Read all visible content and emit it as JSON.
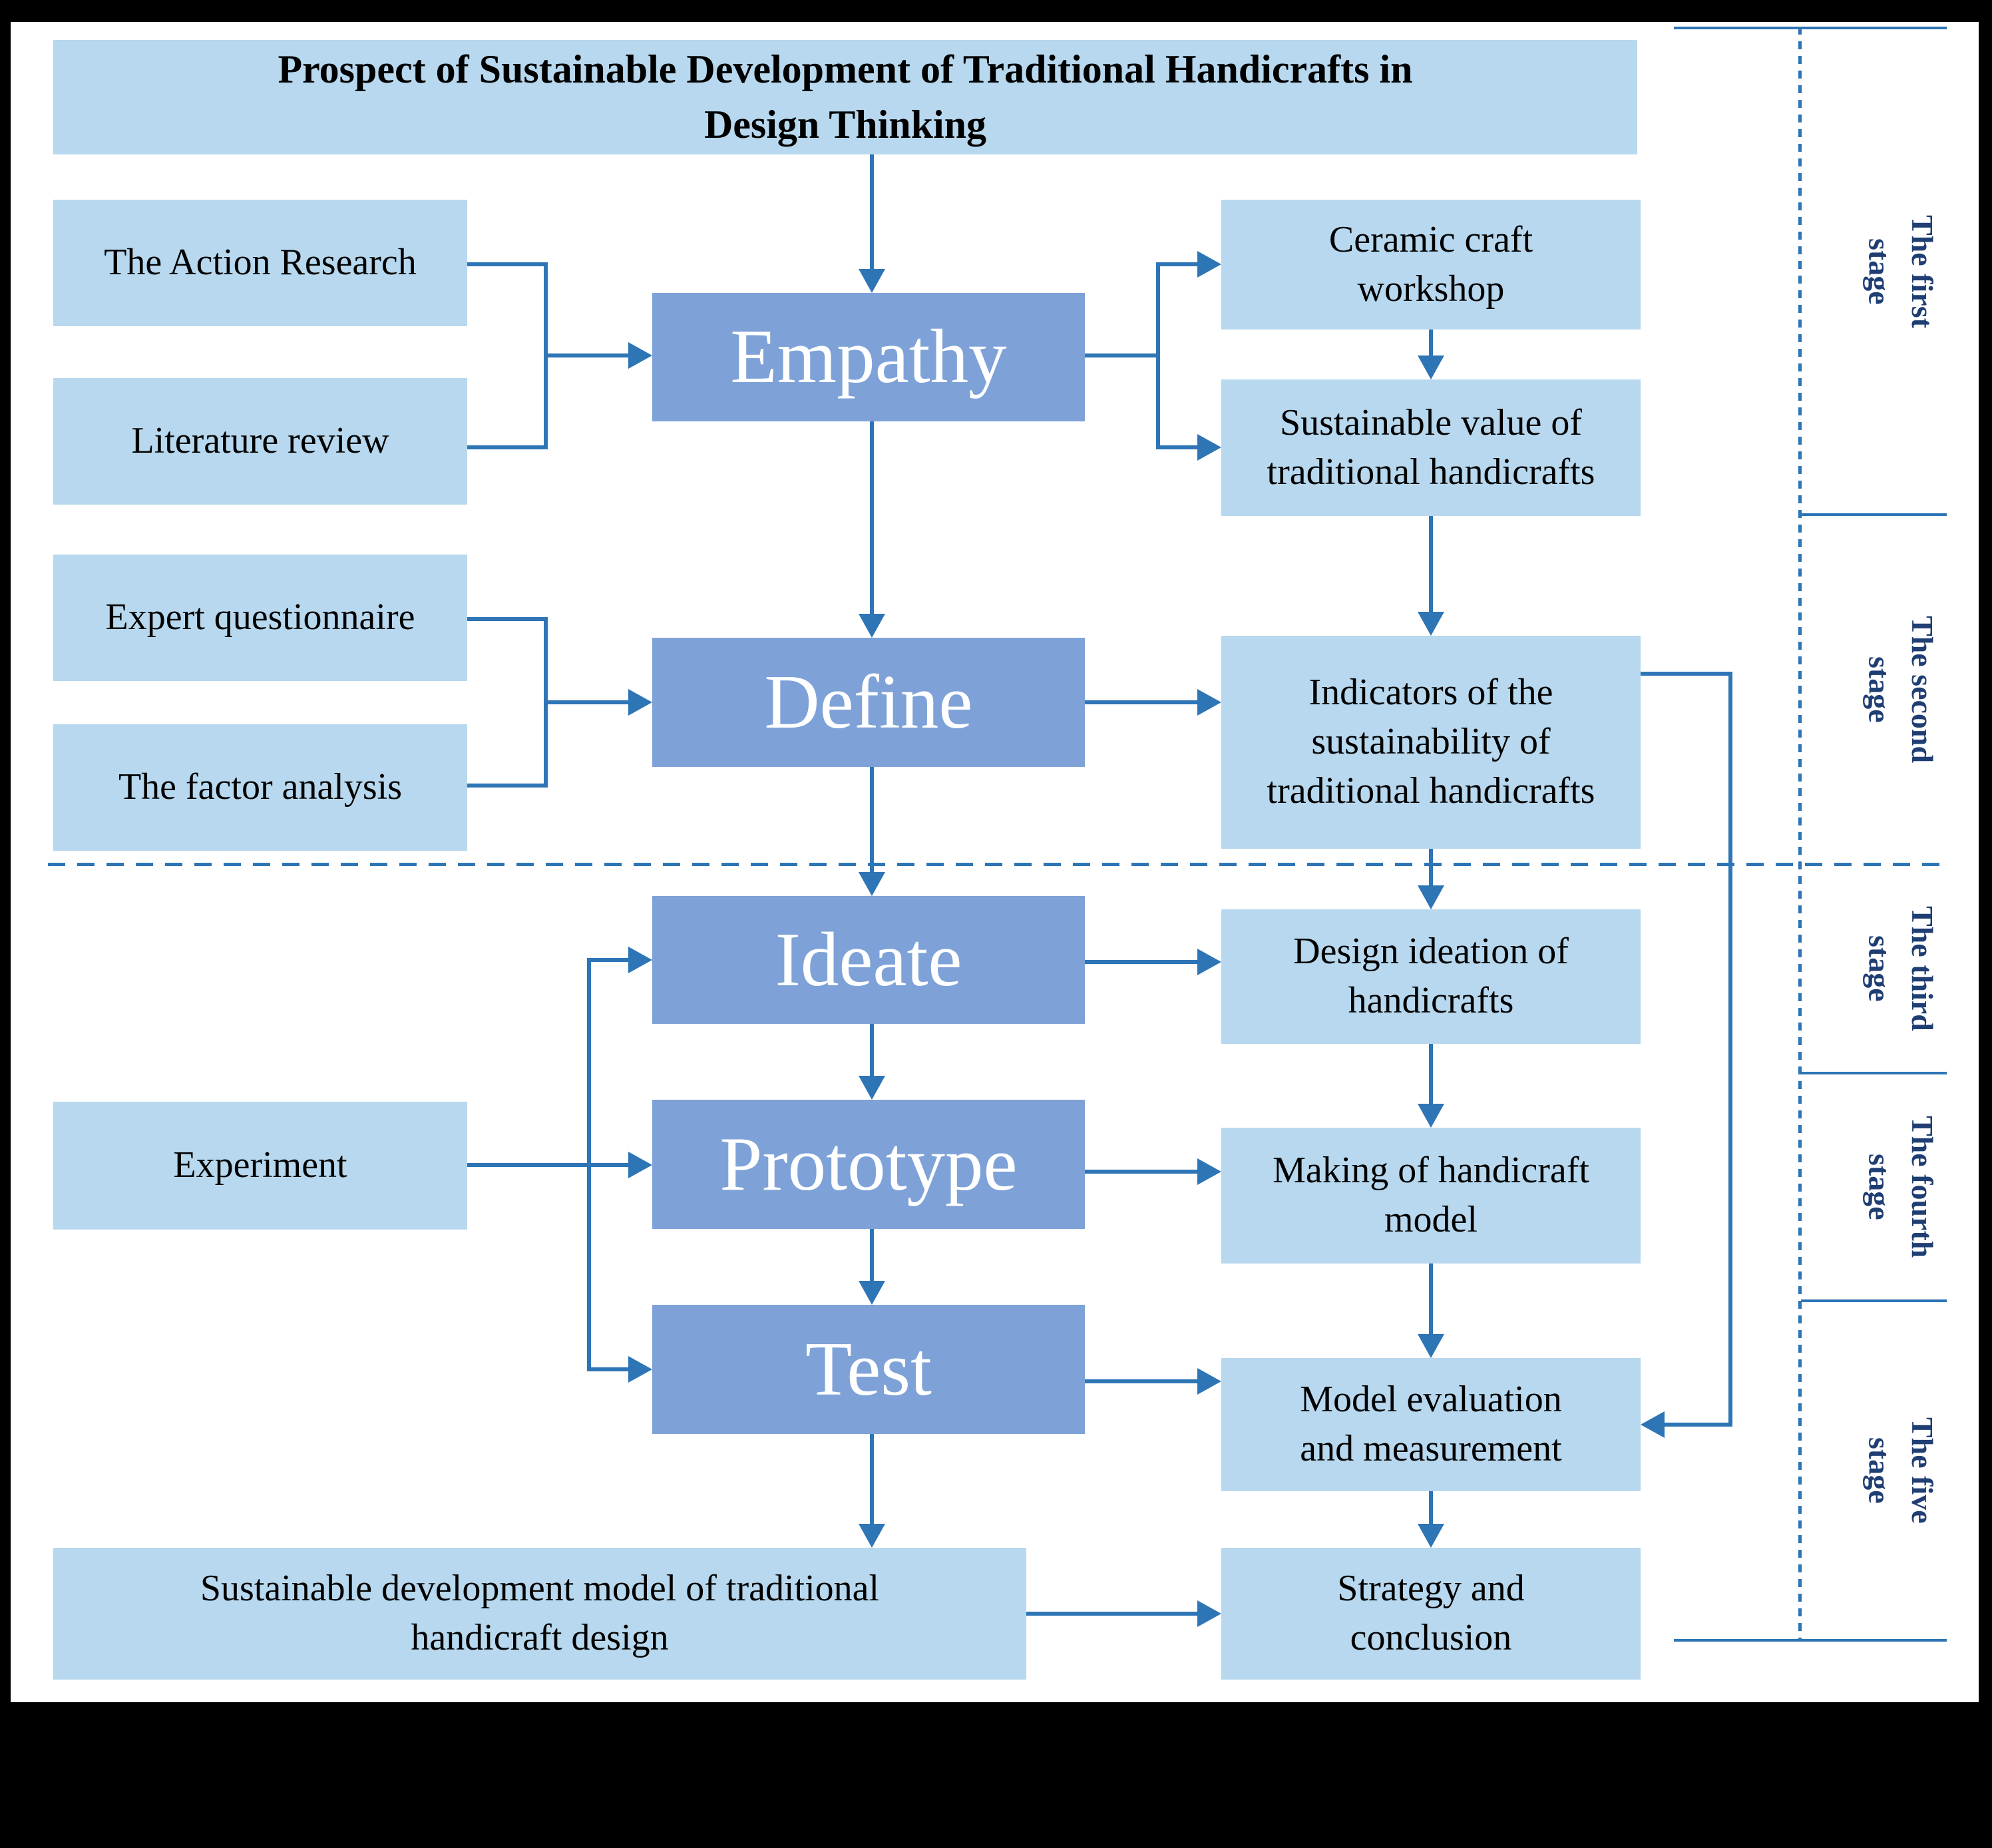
{
  "colors": {
    "box_light": "#b7d8ee",
    "box_medium": "#7ea2d8",
    "line": "#2e75b6",
    "stage_text": "#1f3e73",
    "body_text": "#000000"
  },
  "title": {
    "line1": "Prospect of Sustainable Development of Traditional Handicrafts in",
    "line2": "Design Thinking"
  },
  "left_column": {
    "action_research": "The Action Research",
    "literature_review": "Literature review",
    "expert_questionnaire": "Expert questionnaire",
    "factor_analysis": "The factor analysis",
    "experiment": "Experiment",
    "sustainable_model": "Sustainable development model of traditional\nhandicraft design"
  },
  "process_column": {
    "empathy": "Empathy",
    "define": "Define",
    "ideate": "Ideate",
    "prototype": "Prototype",
    "test": "Test"
  },
  "right_column": {
    "ceramic_workshop": "Ceramic craft\nworkshop",
    "sustainable_value": "Sustainable value of\ntraditional handicrafts",
    "indicators": "Indicators of the\nsustainability of\ntraditional handicrafts",
    "design_ideation": "Design ideation of\nhandicrafts",
    "making_model": "Making of handicraft\nmodel",
    "model_evaluation": "Model evaluation\nand measurement",
    "strategy_conclusion": "Strategy and\nconclusion"
  },
  "stage_labels": [
    {
      "label": "The first\nstage"
    },
    {
      "label": "The second\nstage"
    },
    {
      "label": "The third\nstage"
    },
    {
      "label": "The fourth\nstage"
    },
    {
      "label": "The five\nstage"
    }
  ]
}
